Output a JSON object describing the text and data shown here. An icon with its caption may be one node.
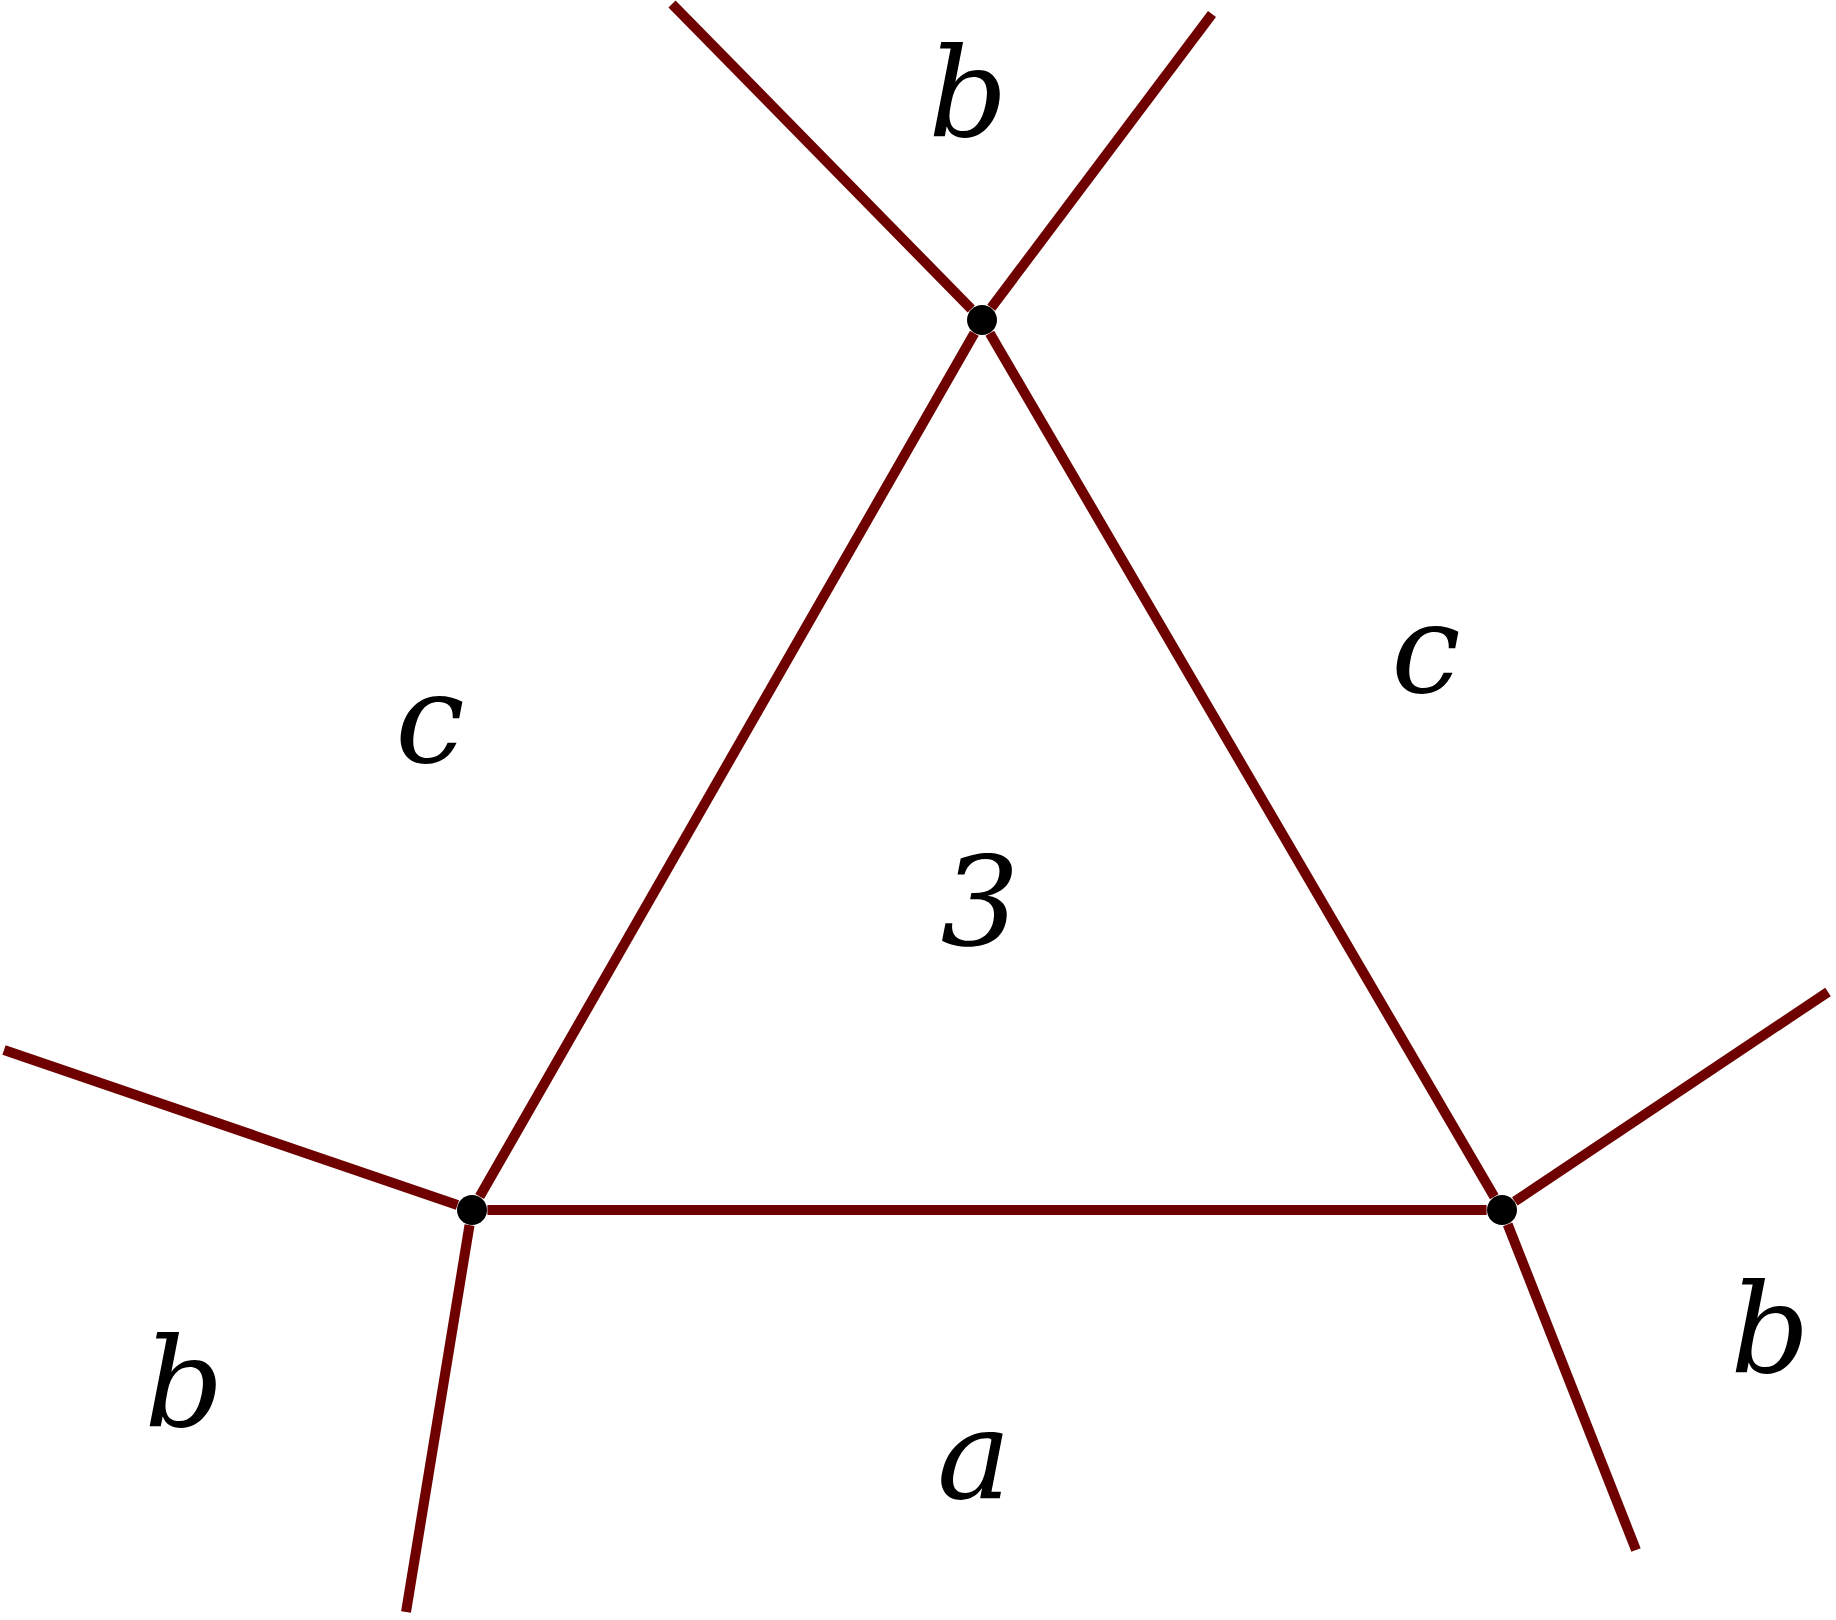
{
  "diagram": {
    "nodes": [
      {
        "text": [],
        "shape": "circle"
      },
      {
        "text": [],
        "shape": "circle"
      },
      {
        "text": [],
        "shape": "circle"
      }
    ],
    "edges": [
      {
        "from": 0,
        "to": 1,
        "arrow": "none"
      },
      {
        "from": 1,
        "to": 2,
        "arrow": "none"
      },
      {
        "from": 2,
        "to": 0,
        "arrow": "none"
      },
      {
        "from": 0,
        "to": null,
        "arrow": "none"
      },
      {
        "from": 0,
        "to": null,
        "arrow": "none"
      },
      {
        "from": 1,
        "to": null,
        "arrow": "none"
      },
      {
        "from": 1,
        "to": null,
        "arrow": "none"
      },
      {
        "from": 2,
        "to": null,
        "arrow": "none"
      },
      {
        "from": 2,
        "to": null,
        "arrow": "none"
      }
    ],
    "labels": [
      "b",
      "c",
      "c",
      "3",
      "b",
      "b",
      "a"
    ]
  }
}
